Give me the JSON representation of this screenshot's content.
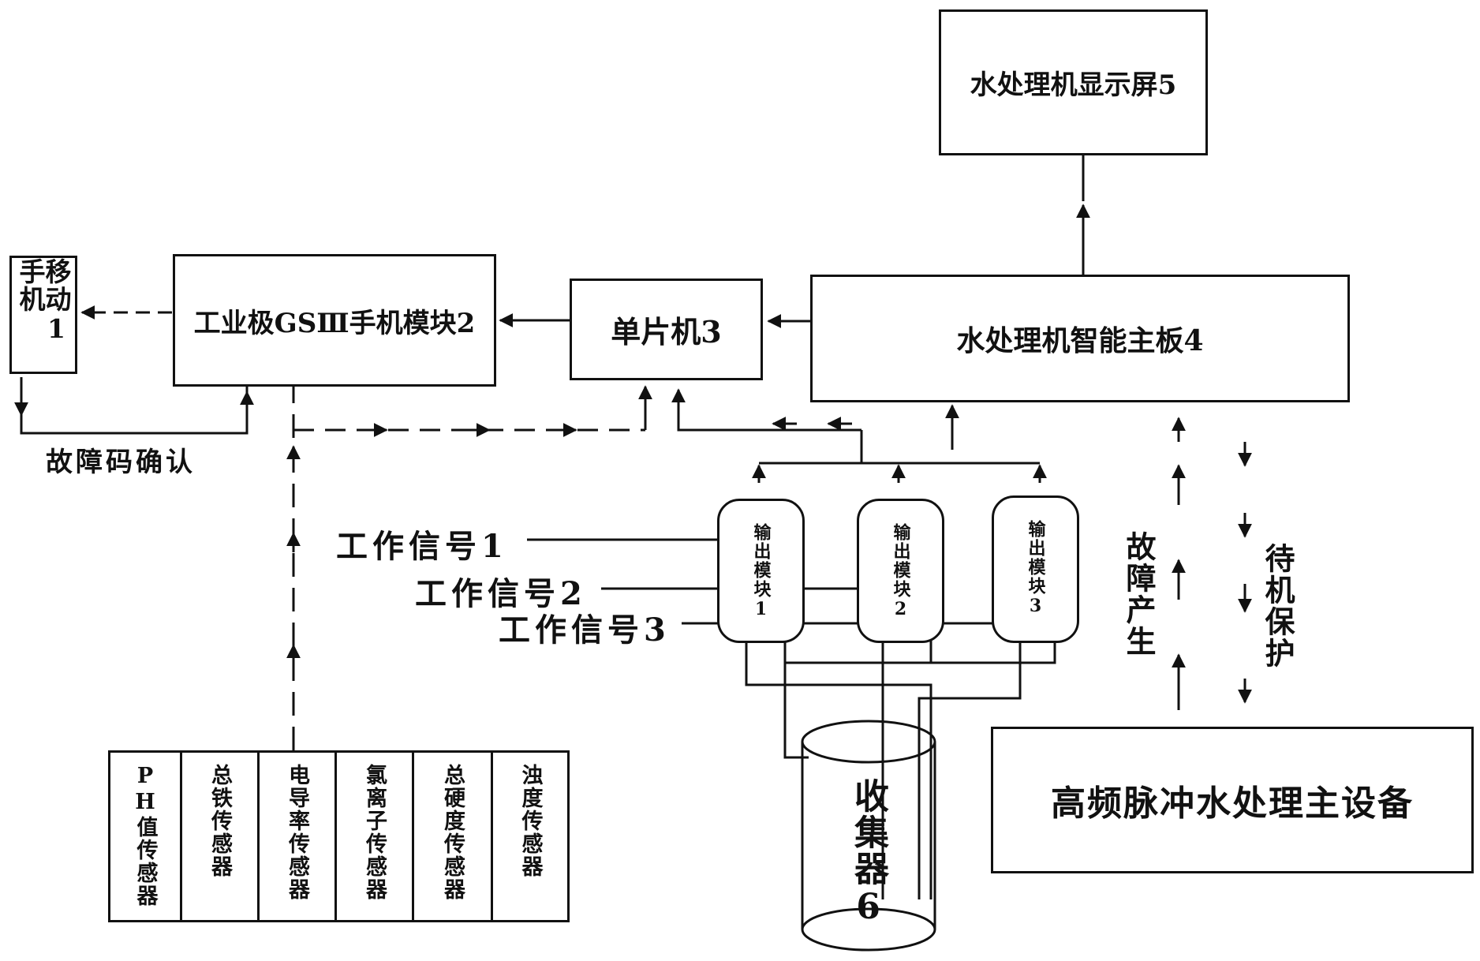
{
  "nodes": {
    "display_screen": "水处理机显示屏5",
    "smart_board": "水处理机智能主板4",
    "mcu": "单片机3",
    "gsm_module": "工业极GSⅢ手机模块2",
    "mobile_phone": "移动1手机",
    "fault_confirm": "故障码确认",
    "main_device": "高频脉冲水处理主设备",
    "collector": "收集器6"
  },
  "output_modules": [
    "输出模块1",
    "输出模块2",
    "输出模块3"
  ],
  "work_signals": [
    "工作信号1",
    "工作信号2",
    "工作信号3"
  ],
  "side_labels": {
    "fault_occur": "故障产生",
    "standby_protect": "待机保护"
  },
  "sensors": [
    "PH值传感器",
    "总铁传感器",
    "电导率传感器",
    "氯离子传感器",
    "总硬度传感器",
    "浊度传感器"
  ]
}
